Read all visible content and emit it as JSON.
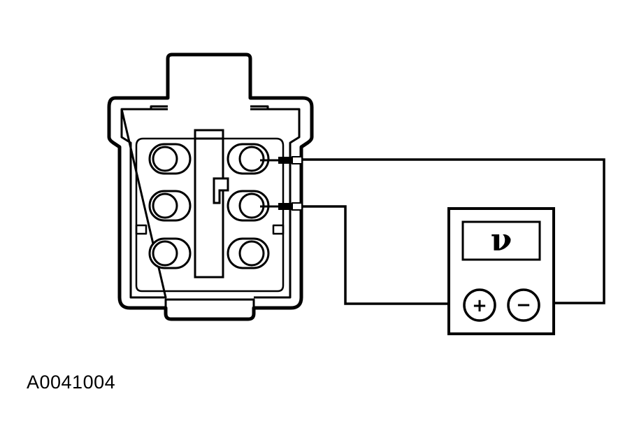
{
  "figure": {
    "reference_id": "A0041004",
    "colors": {
      "line": "#000000",
      "background": "#ffffff"
    }
  },
  "voltmeter": {
    "display_symbol": "ν",
    "positive_terminal": "+",
    "negative_terminal": "−"
  },
  "connector": {
    "pin_rows": 3,
    "pin_columns": 2
  }
}
